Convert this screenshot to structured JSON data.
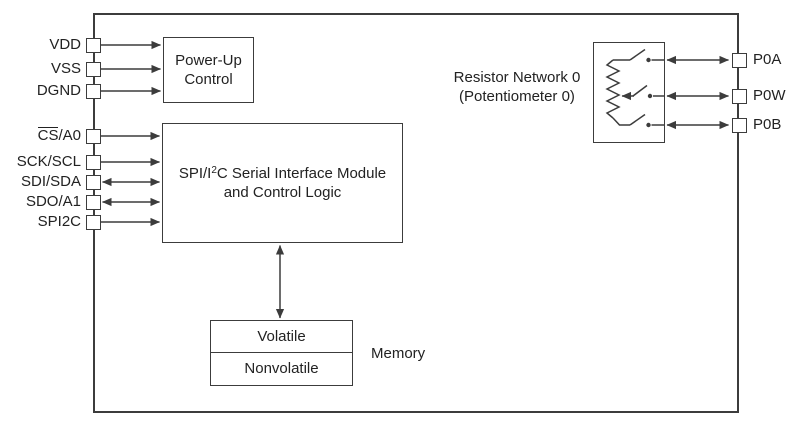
{
  "colors": {
    "line": "#3c3c3c",
    "text": "#222222",
    "background": "#ffffff"
  },
  "left_pins": [
    {
      "overline": "",
      "label": "VDD"
    },
    {
      "overline": "",
      "label": "VSS"
    },
    {
      "overline": "",
      "label": "DGND"
    },
    {
      "overline": "CS",
      "label": "/A0"
    },
    {
      "overline": "",
      "label": "SCK/SCL"
    },
    {
      "overline": "",
      "label": "SDI/SDA"
    },
    {
      "overline": "",
      "label": "SDO/A1"
    },
    {
      "overline": "",
      "label": "SPI2C"
    }
  ],
  "right_pins": [
    {
      "label": "P0A"
    },
    {
      "label": "P0W"
    },
    {
      "label": "P0B"
    }
  ],
  "blocks": {
    "power_up": {
      "line1": "Power-Up",
      "line2": "Control"
    },
    "serial_interface": {
      "line1_pre": "SPI/I",
      "line1_sup": "2",
      "line1_post": "C Serial Interface Module",
      "line2": "and Control Logic"
    },
    "resistor_network": {
      "line1": "Resistor Network 0",
      "line2": "(Potentiometer 0)"
    },
    "memory": {
      "cell1": "Volatile",
      "cell2": "Nonvolatile",
      "label": "Memory"
    }
  }
}
